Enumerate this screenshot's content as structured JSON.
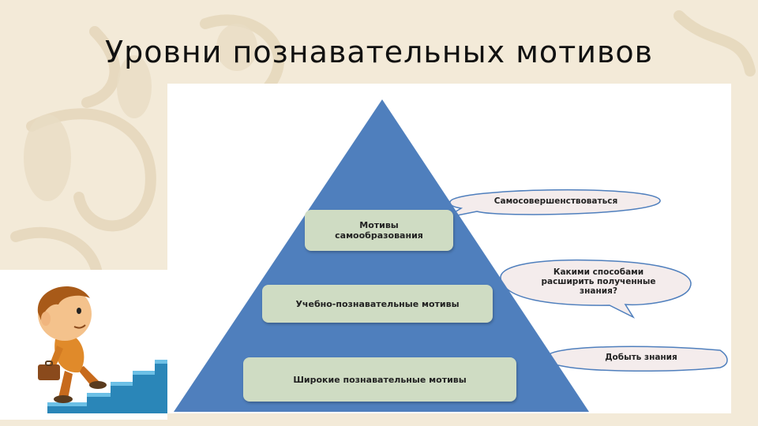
{
  "slide": {
    "title": "Уровни познавательных мотивов"
  },
  "pyramid": {
    "levels": [
      {
        "label": "Мотивы самообразования"
      },
      {
        "label": "Учебно-познавательные мотивы"
      },
      {
        "label": "Широкие познавательные мотивы"
      }
    ],
    "bubbles": [
      {
        "text": "Самосовершенствоваться"
      },
      {
        "text": "Какими способами\nрасширить полученные\nзнания?"
      },
      {
        "text": "Добыть знания"
      }
    ],
    "colors": {
      "pyramid": "#4f7fbd",
      "level_box": "#cfdcc3",
      "bubble": "#f4ecec"
    }
  },
  "illustration": {
    "icon": "boy-climbing-stairs-icon"
  }
}
